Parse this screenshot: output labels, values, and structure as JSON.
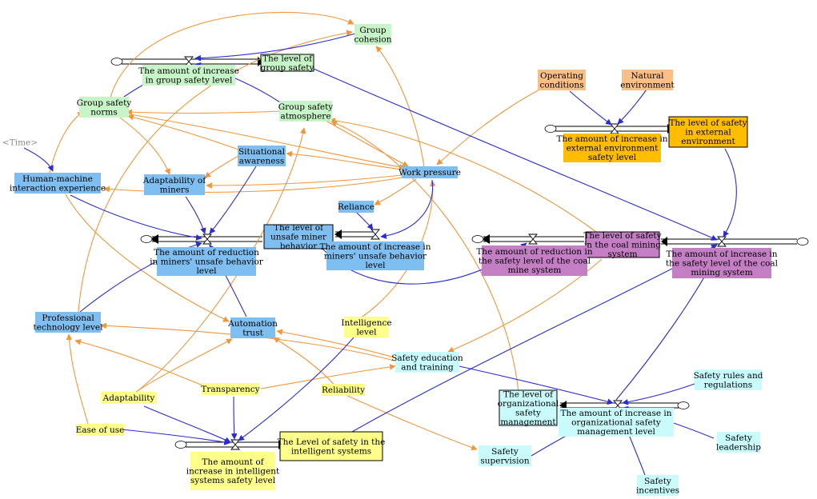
{
  "colors": {
    "green": "#c8f5c8",
    "blue": "#7fbef0",
    "yellow": "#fefe8a",
    "cyan": "#c9fbfd",
    "orange_light": "#f9bf86",
    "orange_dark": "#ffbd00",
    "purple": "#c47fc4",
    "arrow_blue": "#2b2bd6",
    "arrow_orange": "#f2963c",
    "stock_border": "#000000"
  },
  "nodes": {
    "group_cohesion": {
      "lines": [
        "Group",
        "cohesion"
      ],
      "color": "green"
    },
    "group_safety_level": {
      "lines": [
        "The level of",
        "group safety"
      ],
      "color": "green",
      "stock": true
    },
    "increase_group_safety": {
      "lines": [
        "The amount of increase",
        "in group safety level"
      ],
      "color": "green"
    },
    "group_safety_norms": {
      "lines": [
        "Group safety",
        "norms"
      ],
      "color": "green"
    },
    "group_safety_atmosphere": {
      "lines": [
        "Group safety",
        "atmosphere"
      ],
      "color": "green"
    },
    "time": {
      "lines": [
        "<Time>"
      ],
      "color": "none",
      "shadow": true
    },
    "situational_awareness": {
      "lines": [
        "Situational",
        "awareness"
      ],
      "color": "blue"
    },
    "hmi_experience": {
      "lines": [
        "Human-machine",
        "interaction experience"
      ],
      "color": "blue"
    },
    "adaptability_miners": {
      "lines": [
        "Adaptability of",
        "miners"
      ],
      "color": "blue"
    },
    "work_pressure": {
      "lines": [
        "Work pressure"
      ],
      "color": "blue"
    },
    "reliance": {
      "lines": [
        "Reliance"
      ],
      "color": "blue"
    },
    "unsafe_behavior_level": {
      "lines": [
        "The level of",
        "unsafe miner",
        "behavior"
      ],
      "color": "blue",
      "stock": true
    },
    "reduction_unsafe": {
      "lines": [
        "The amount of reduction",
        "in miners' unsafe behavior",
        "level"
      ],
      "color": "blue"
    },
    "increase_unsafe": {
      "lines": [
        "The amount of increase in",
        "miners' unsafe behavior",
        "level"
      ],
      "color": "blue"
    },
    "professional_level": {
      "lines": [
        "Professional",
        "technology level"
      ],
      "color": "blue"
    },
    "automation_trust": {
      "lines": [
        "Automation",
        "trust"
      ],
      "color": "blue"
    },
    "operating_conditions": {
      "lines": [
        "Operating",
        "conditions"
      ],
      "color": "orange_light"
    },
    "natural_environment": {
      "lines": [
        "Natural",
        "environment"
      ],
      "color": "orange_light"
    },
    "external_level": {
      "lines": [
        "The level of safety",
        "in external",
        "environment"
      ],
      "color": "orange_dark",
      "stock": true
    },
    "increase_external": {
      "lines": [
        "The amount of increase in",
        "external environment",
        "safety level"
      ],
      "color": "orange_dark"
    },
    "coal_level": {
      "lines": [
        "The level of safety",
        "in the coal mining",
        "system"
      ],
      "color": "purple",
      "stock": true
    },
    "reduction_coal": {
      "lines": [
        "The amount of reduction in",
        "the safety level of the coal",
        "mine system"
      ],
      "color": "purple"
    },
    "increase_coal": {
      "lines": [
        "The amount of increase in",
        "the safety level of the coal",
        "mining system"
      ],
      "color": "purple"
    },
    "intelligence_level": {
      "lines": [
        "Intelligence",
        "level"
      ],
      "color": "yellow"
    },
    "adaptability": {
      "lines": [
        "Adaptability"
      ],
      "color": "yellow"
    },
    "transparency": {
      "lines": [
        "Transparency"
      ],
      "color": "yellow"
    },
    "reliability": {
      "lines": [
        "Reliability"
      ],
      "color": "yellow"
    },
    "ease_of_use": {
      "lines": [
        "Ease of use"
      ],
      "color": "yellow"
    },
    "intelligent_level": {
      "lines": [
        "The Level of safety in the",
        "intelligent systems"
      ],
      "color": "yellow",
      "stock": true
    },
    "increase_intelligent": {
      "lines": [
        "The amount of",
        "increase in intelligent",
        "systems safety level"
      ],
      "color": "yellow"
    },
    "safety_education": {
      "lines": [
        "Safety education",
        "and training"
      ],
      "color": "cyan"
    },
    "org_level": {
      "lines": [
        "The level of",
        "organizational",
        "safety",
        "management"
      ],
      "color": "cyan",
      "stock": true
    },
    "increase_org": {
      "lines": [
        "The amount of increase in",
        "organizational safety",
        "management level"
      ],
      "color": "cyan"
    },
    "safety_rules": {
      "lines": [
        "Safety rules and",
        "regulations"
      ],
      "color": "cyan"
    },
    "safety_leadership": {
      "lines": [
        "Safety",
        "leadership"
      ],
      "color": "cyan"
    },
    "safety_supervision": {
      "lines": [
        "Safety",
        "supervision"
      ],
      "color": "cyan"
    },
    "safety_incentives": {
      "lines": [
        "Safety",
        "incentives"
      ],
      "color": "cyan"
    }
  }
}
